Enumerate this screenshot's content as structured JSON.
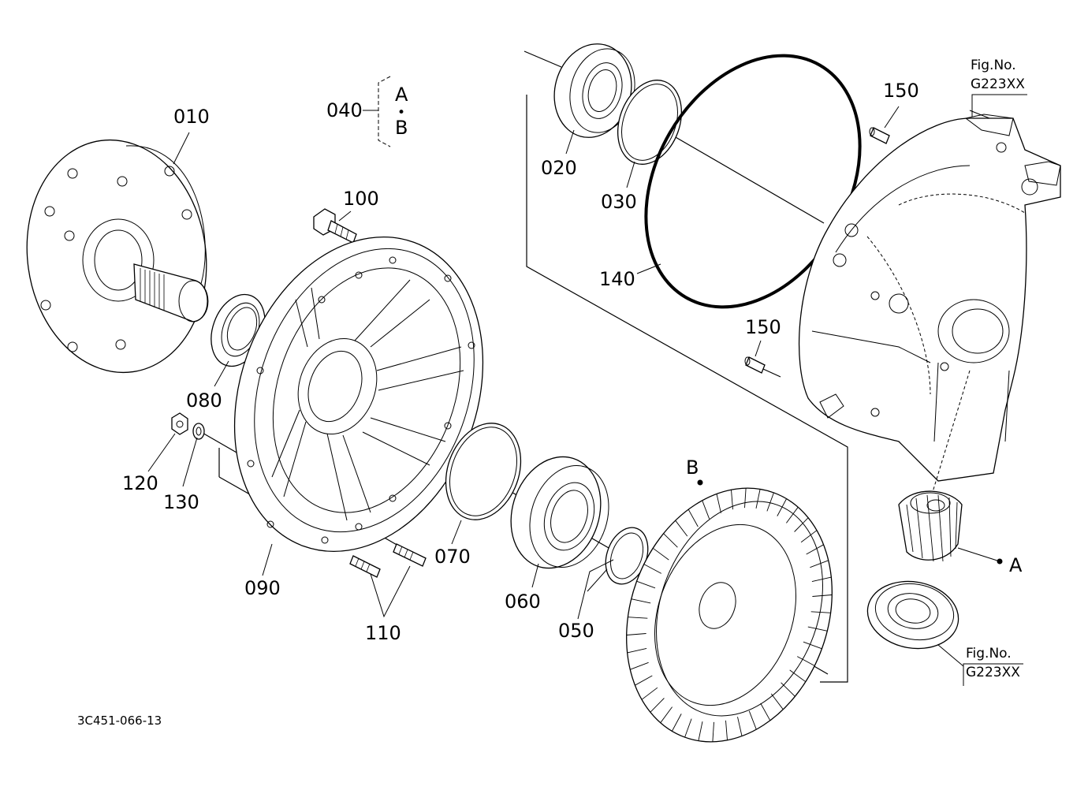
{
  "drawing_code": "3C451-066-13",
  "fig_refs": [
    {
      "line1": "Fig.No.",
      "line2": "G223XX"
    },
    {
      "line1": "Fig.No.",
      "line2": "G223XX"
    }
  ],
  "group_bracket": {
    "number": "040",
    "top": "A",
    "dot": "•",
    "bottom": "B"
  },
  "parts": {
    "p010": "010",
    "p020": "020",
    "p030": "030",
    "p050": "050",
    "p060": "060",
    "p070": "070",
    "p080": "080",
    "p090": "090",
    "p100": "100",
    "p110": "110",
    "p120": "120",
    "p130": "130",
    "p140": "140",
    "p150a": "150",
    "p150b": "150"
  },
  "markers": {
    "a": "A",
    "b": "B"
  }
}
